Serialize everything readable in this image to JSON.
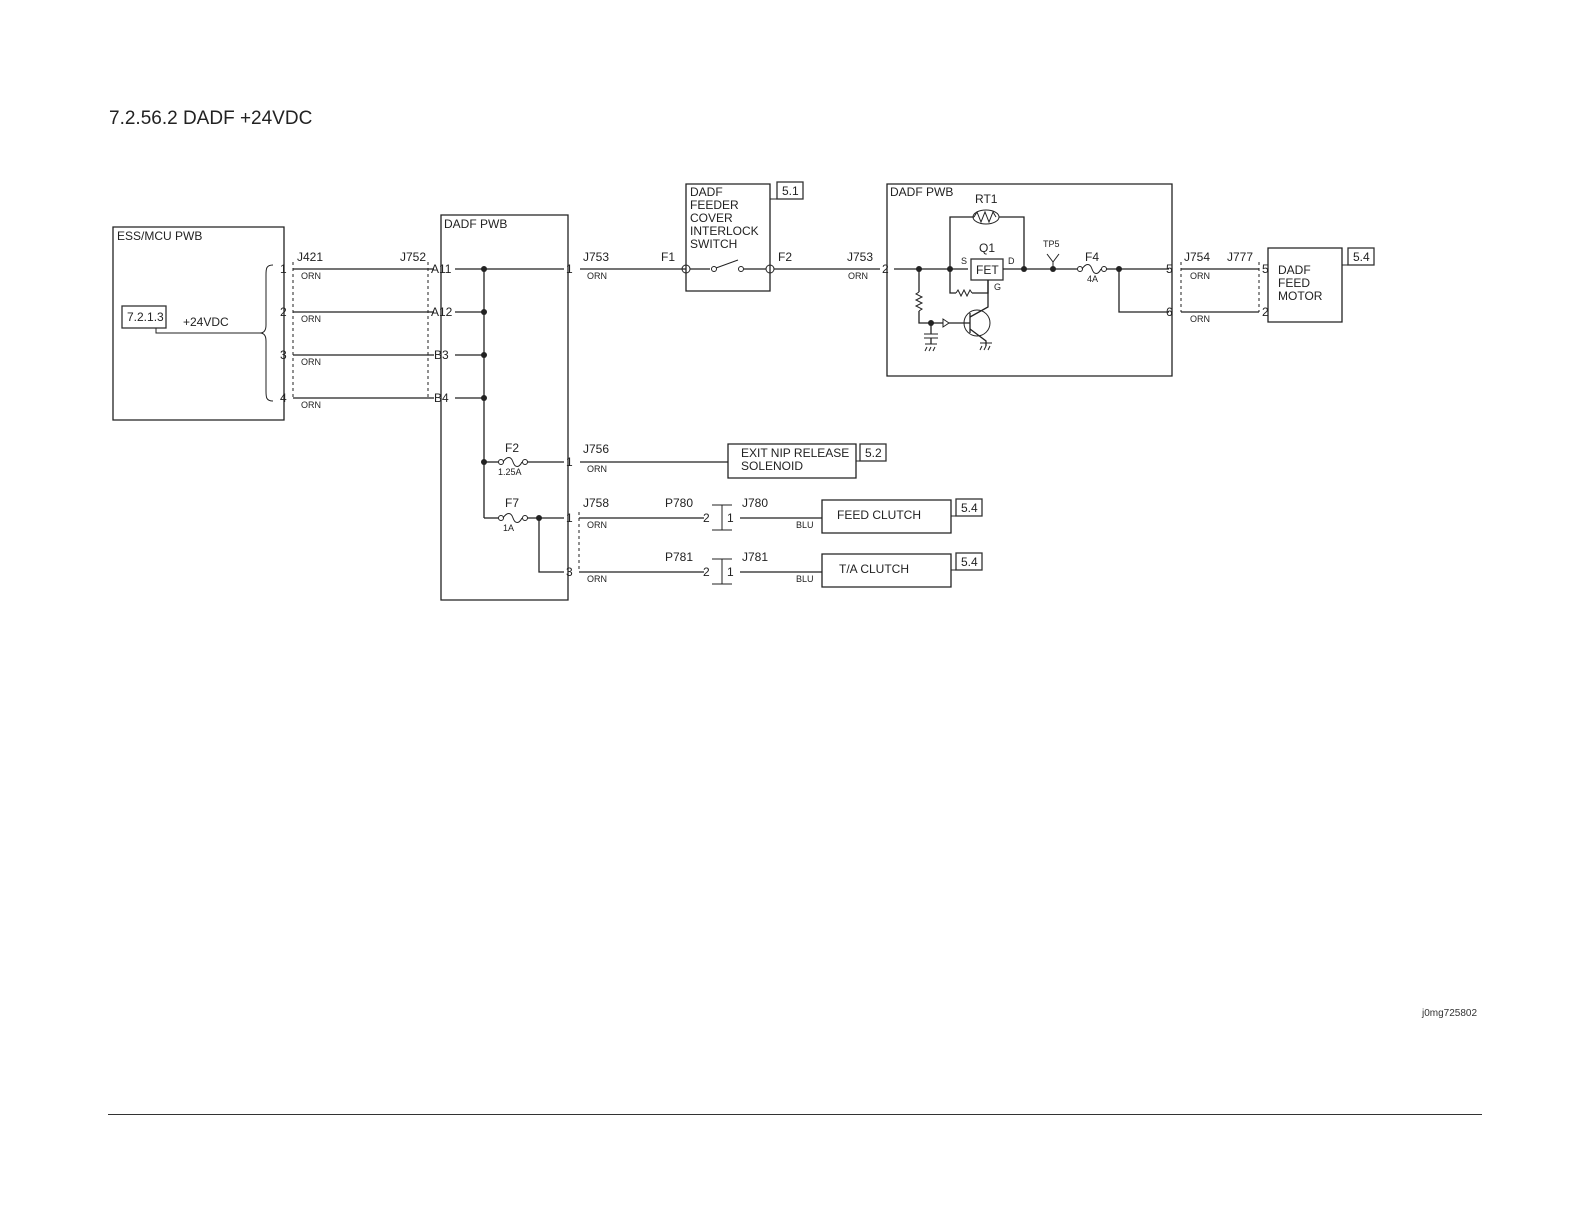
{
  "title": "7.2.56.2 DADF +24VDC",
  "footer_id": "j0mg725802",
  "blocks": {
    "ess": "ESS/MCU PWB",
    "dadf_pwb_1": "DADF PWB",
    "dadf_pwb_2": "DADF PWB",
    "switch": [
      "DADF",
      "FEEDER",
      "COVER",
      "INTERLOCK",
      "SWITCH"
    ],
    "motor": [
      "DADF",
      "FEED",
      "MOTOR"
    ],
    "solenoid": [
      "EXIT NIP RELEASE",
      "SOLENOID"
    ],
    "feed_clutch": "FEED CLUTCH",
    "ta_clutch": "T/A CLUTCH"
  },
  "refs": {
    "ess_ref": "7.2.1.3",
    "switch_ref": "5.1",
    "motor_ref": "5.4",
    "solenoid_ref": "5.2",
    "feed_clutch_ref": "5.4",
    "ta_clutch_ref": "5.4"
  },
  "labels": {
    "vdc": "+24VDC",
    "j421": "J421",
    "j752": "J752",
    "j753a": "J753",
    "j753b": "J753",
    "j756": "J756",
    "j758": "J758",
    "p780": "P780",
    "j780": "J780",
    "p781": "P781",
    "j781": "J781",
    "j754": "J754",
    "j777": "J777",
    "f1": "F1",
    "f2": "F2",
    "f2_fuse": "F2",
    "f2_rating": "1.25A",
    "f7": "F7",
    "f7_rating": "1A",
    "f4": "F4",
    "f4_rating": "4A",
    "rt1": "RT1",
    "q1": "Q1",
    "fet": "FET",
    "s": "S",
    "d": "D",
    "g": "G",
    "tp5": "TP5"
  },
  "wire_colors": {
    "orn": "ORN",
    "blu": "BLU"
  },
  "pins": {
    "ess": [
      "1",
      "2",
      "3",
      "4"
    ],
    "j752": [
      "A11",
      "A12",
      "B3",
      "B4"
    ],
    "j753": "1",
    "j753b": "2",
    "j756": "1",
    "j758": [
      "1",
      "3"
    ],
    "p780": [
      "2",
      "1"
    ],
    "p781": [
      "2",
      "1"
    ],
    "j754": [
      "5",
      "6"
    ],
    "j777": [
      "5",
      "2"
    ]
  }
}
